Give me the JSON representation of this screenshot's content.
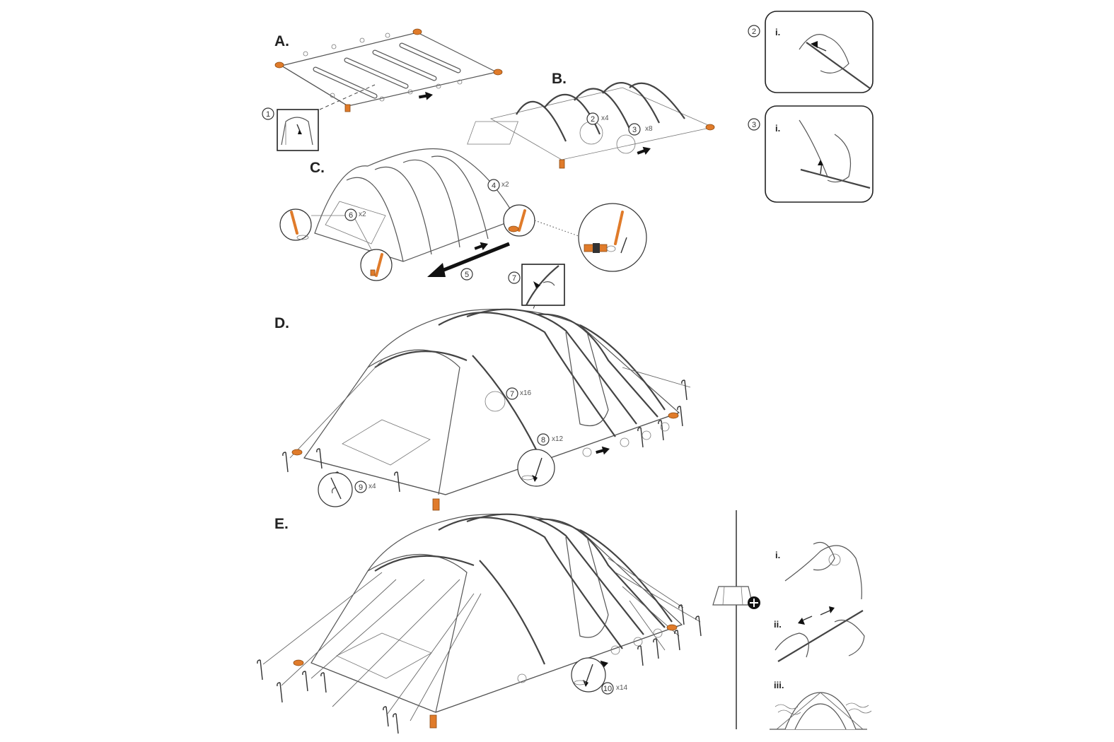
{
  "steps": {
    "a": "A.",
    "b": "B.",
    "c": "C.",
    "d": "D.",
    "e": "E."
  },
  "callouts": {
    "c1": "1",
    "c2": "2",
    "c2_mult": "x4",
    "c3": "3",
    "c3_mult": "x8",
    "c4": "4",
    "c4_mult": "x2",
    "c5": "5",
    "c6": "6",
    "c6_mult": "x2",
    "c7": "7",
    "c7_mult": "x16",
    "c8": "8",
    "c8_mult": "x12",
    "c9": "9",
    "c9_mult": "x4",
    "c10": "10",
    "c10_mult": "x14"
  },
  "side_panels": {
    "panel2_num": "2",
    "panel2_sub": "i.",
    "panel3_num": "3",
    "panel3_sub": "i."
  },
  "extra_steps": {
    "i": "i.",
    "ii": "ii.",
    "iii": "iii."
  },
  "colors": {
    "accent_orange": "#e07b2a",
    "line": "#555555",
    "background": "#ffffff"
  },
  "icons": [
    "peg-icon",
    "arrow-icon",
    "buckle-icon",
    "hand-icon",
    "plus-icon",
    "inner-tent-icon"
  ]
}
